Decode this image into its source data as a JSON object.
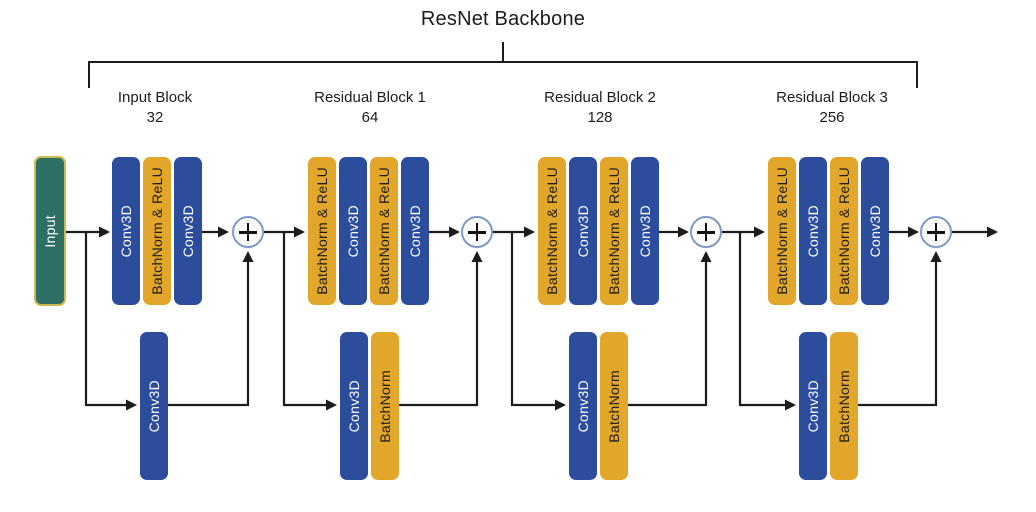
{
  "title": "ResNet Backbone",
  "input_node": {
    "label": "Input"
  },
  "blocks": [
    {
      "name": "Input Block",
      "channels": "32",
      "main": [
        "Conv3D",
        "BatchNorm & ReLU",
        "Conv3D"
      ],
      "skip": [
        "Conv3D"
      ]
    },
    {
      "name": "Residual Block 1",
      "channels": "64",
      "main": [
        "BatchNorm & ReLU",
        "Conv3D",
        "BatchNorm & ReLU",
        "Conv3D"
      ],
      "skip": [
        "Conv3D",
        "BatchNorm"
      ]
    },
    {
      "name": "Residual Block 2",
      "channels": "128",
      "main": [
        "BatchNorm & ReLU",
        "Conv3D",
        "BatchNorm & ReLU",
        "Conv3D"
      ],
      "skip": [
        "Conv3D",
        "BatchNorm"
      ]
    },
    {
      "name": "Residual Block 3",
      "channels": "256",
      "main": [
        "BatchNorm & ReLU",
        "Conv3D",
        "BatchNorm & ReLU",
        "Conv3D"
      ],
      "skip": [
        "Conv3D",
        "BatchNorm"
      ]
    }
  ],
  "icons": {
    "merge": "plus-icon"
  },
  "colors": {
    "conv3d": "#2b4d9c",
    "batchnorm": "#e2a62b",
    "input_fill": "#2d6f64",
    "input_border": "#ccb94f",
    "merge_stroke": "#7e98c8",
    "line": "#1c1c1c"
  }
}
